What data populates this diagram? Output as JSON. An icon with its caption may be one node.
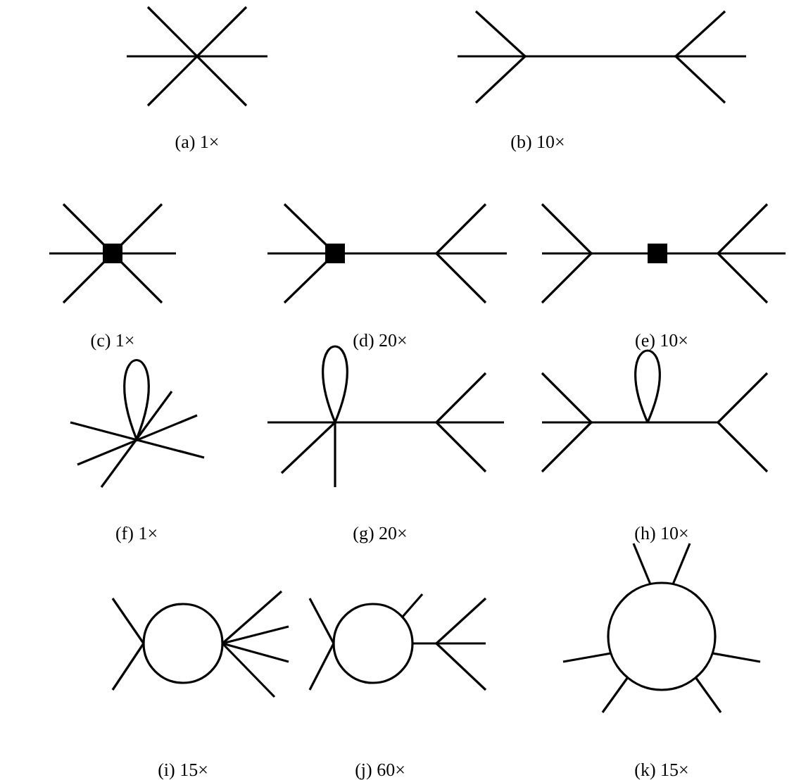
{
  "diagram": {
    "labels": [
      "(a) 1×",
      "(b) 10×",
      "(c) 1×",
      "(d) 20×",
      "(e) 10×",
      "(f) 1×",
      "(g) 20×",
      "(h) 10×",
      "(i) 15×",
      "(j) 60×",
      "(k) 15×"
    ]
  }
}
